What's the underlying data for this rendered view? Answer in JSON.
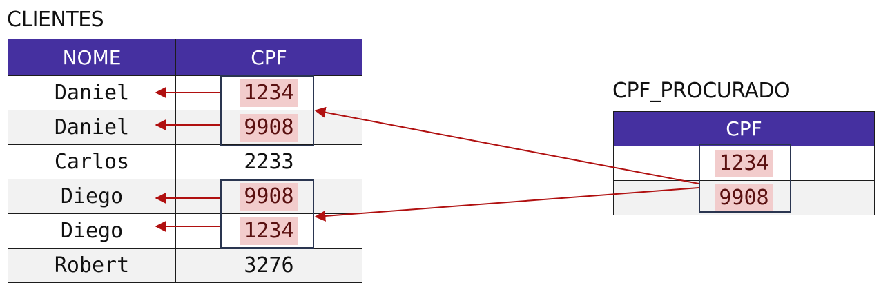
{
  "clientes": {
    "title": "CLIENTES",
    "headers": {
      "nome": "NOME",
      "cpf": "CPF"
    },
    "rows": [
      {
        "nome": "Daniel",
        "cpf": "1234",
        "highlighted": true
      },
      {
        "nome": "Daniel",
        "cpf": "9908",
        "highlighted": true
      },
      {
        "nome": "Carlos",
        "cpf": "2233",
        "highlighted": false
      },
      {
        "nome": "Diego",
        "cpf": "9908",
        "highlighted": true
      },
      {
        "nome": "Diego",
        "cpf": "1234",
        "highlighted": true
      },
      {
        "nome": "Robert",
        "cpf": "3276",
        "highlighted": false
      }
    ]
  },
  "procurado": {
    "title": "CPF_PROCURADO",
    "headers": {
      "cpf": "CPF"
    },
    "rows": [
      {
        "cpf": "1234"
      },
      {
        "cpf": "9908"
      }
    ]
  },
  "colors": {
    "header_bg": "#4530a0",
    "highlight_bg": "#f2cccc",
    "arrow": "#b01010",
    "box_border": "#2a3550",
    "alt_row_bg": "#f2f2f2"
  }
}
